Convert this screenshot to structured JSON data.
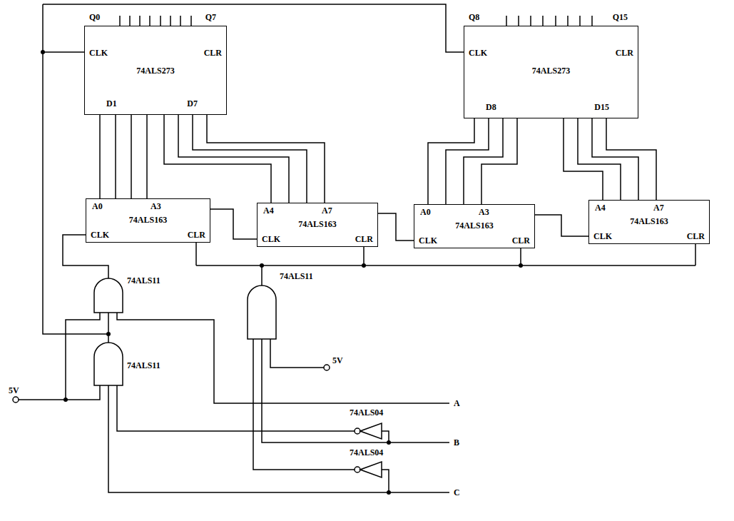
{
  "diagram": {
    "nodes": [
      {
        "text": [
          "Q0",
          "Q7",
          "CLK",
          "CLR",
          "74ALS273",
          "D1",
          "D7"
        ]
      },
      {
        "text": [
          "Q8",
          "Q15",
          "CLK",
          "CLR",
          "74ALS273",
          "D8",
          "D15"
        ]
      },
      {
        "text": [
          "A0",
          "A3",
          "74ALS163",
          "CLK",
          "CLR"
        ]
      },
      {
        "text": [
          "A4",
          "A7",
          "74ALS163",
          "CLK",
          "CLR"
        ]
      },
      {
        "text": [
          "A0",
          "A3",
          "74ALS163",
          "CLK",
          "CLR"
        ]
      },
      {
        "text": [
          "A4",
          "A7",
          "74ALS163",
          "CLK",
          "CLR"
        ]
      }
    ],
    "edges": [
      {
        "from": 2,
        "to": 0,
        "arrow": "none"
      },
      {
        "from": 2,
        "to": 0,
        "arrow": "none"
      },
      {
        "from": 2,
        "to": 0,
        "arrow": "none"
      },
      {
        "from": 2,
        "to": 0,
        "arrow": "none"
      },
      {
        "from": 3,
        "to": 0,
        "arrow": "none"
      },
      {
        "from": 3,
        "to": 0,
        "arrow": "none"
      },
      {
        "from": 3,
        "to": 0,
        "arrow": "none"
      },
      {
        "from": 3,
        "to": 0,
        "arrow": "none"
      },
      {
        "from": 4,
        "to": 1,
        "arrow": "none"
      },
      {
        "from": 4,
        "to": 1,
        "arrow": "none"
      },
      {
        "from": 4,
        "to": 1,
        "arrow": "none"
      },
      {
        "from": 4,
        "to": 1,
        "arrow": "none"
      },
      {
        "from": 5,
        "to": 1,
        "arrow": "none"
      },
      {
        "from": 5,
        "to": 1,
        "arrow": "none"
      },
      {
        "from": 5,
        "to": 1,
        "arrow": "none"
      },
      {
        "from": 5,
        "to": 1,
        "arrow": "none"
      }
    ],
    "labels": [
      "74ALS11",
      "74ALS11",
      "74ALS11",
      "5V",
      "5V",
      "A",
      "74ALS04",
      "B",
      "74ALS04",
      "C"
    ]
  }
}
